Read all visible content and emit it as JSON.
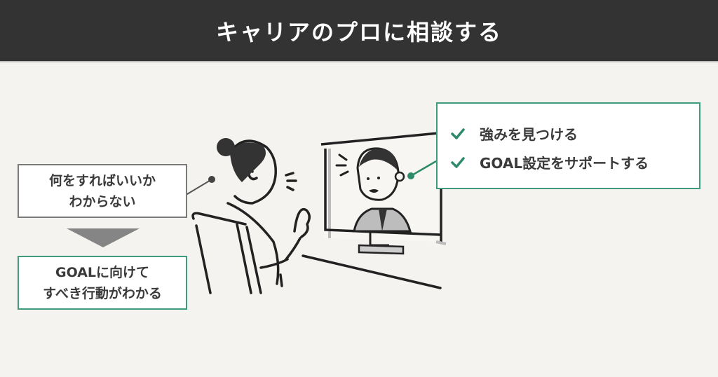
{
  "header": {
    "title": "キャリアのプロに相談する",
    "background": "#333333"
  },
  "before_box": {
    "lines": [
      "何をすればいいか",
      "わからない"
    ],
    "border_color": "#7a7a7a"
  },
  "after_box": {
    "lines": [
      "GOALに向けて",
      "すべき行動がわかる"
    ],
    "border_color": "#3f9b7e"
  },
  "advice_box": {
    "items": [
      {
        "icon": "check-icon",
        "label": "強みを見つける"
      },
      {
        "icon": "check-icon",
        "label": "GOAL設定をサポートする"
      }
    ],
    "accent_color": "#2e8b6a"
  },
  "illustration": {
    "subject": "woman-in-chair-video-call-with-career-advisor-on-monitor"
  }
}
